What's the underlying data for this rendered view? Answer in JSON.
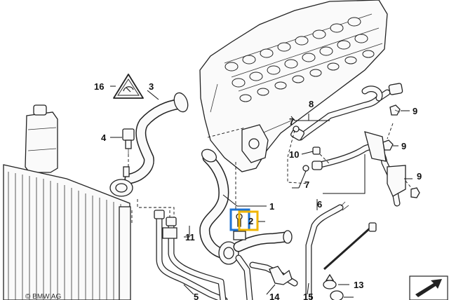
{
  "labels": {
    "p1": "1",
    "p2": "2",
    "p3": "3",
    "p4": "4",
    "p5": "5",
    "p6": "6",
    "p7a": "7",
    "p7b": "7",
    "p8": "8",
    "p9a": "9",
    "p9b": "9",
    "p9c": "9",
    "p10": "10",
    "p11": "11",
    "p13": "13",
    "p14": "14",
    "p15": "15",
    "p16": "16"
  },
  "copyright": "© BMW AG",
  "highlight": {
    "part_label": "2",
    "box_colors": [
      "#1e73d2",
      "#f0b400"
    ]
  },
  "icons": {
    "next_page": "arrow-icon",
    "warning": "warning-triangle-icon"
  }
}
